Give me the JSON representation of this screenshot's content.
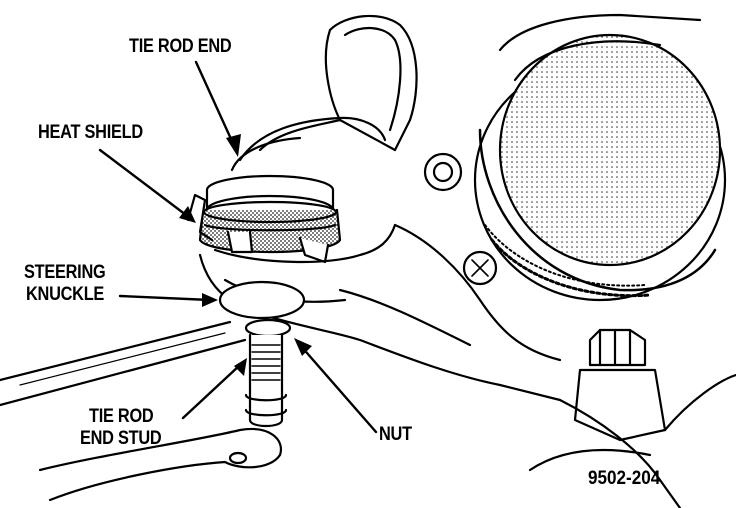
{
  "labels": {
    "tie_rod_end": "TIE ROD END",
    "heat_shield": "HEAT SHIELD",
    "steering_knuckle_1": "STEERING",
    "steering_knuckle_2": "KNUCKLE",
    "tie_rod_end_stud_1": "TIE ROD",
    "tie_rod_end_stud_2": "END STUD",
    "nut": "NUT"
  },
  "figure_number": "9502-204",
  "colors": {
    "ink": "#000000",
    "paper": "#ffffff",
    "shade": "#9a9a9a"
  }
}
